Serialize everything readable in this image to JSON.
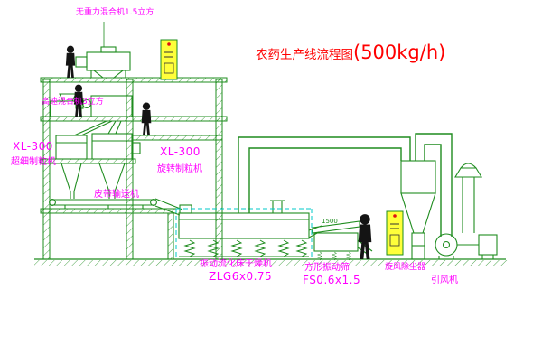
{
  "title": {
    "prefix": "农药生产线流程图",
    "capacity": "(500kg/h)"
  },
  "labels": {
    "gravity_mixer": "无重力混合机1.5立方",
    "high_speed_mixer": "高速混合机3立方",
    "granulator_left_model": "XL-300",
    "granulator_left_name": "超细制粒机",
    "granulator_mid_model": "XL-300",
    "granulator_mid_name": "旋转制粒机",
    "belt_conveyor": "皮带输送机",
    "dryer_name": "振动流化床干燥机",
    "dryer_model": "ZLG6x0.75",
    "sieve_name": "方形振动筛",
    "sieve_model": "FS0.6x1.5",
    "cyclone_name": "旋风除尘器",
    "fan_name": "引风机",
    "sieve_dimension": "1500"
  },
  "colors": {
    "line_green": "#1e8c1e",
    "label_magenta": "#ff00ff",
    "title_red": "#ff0000",
    "equipment_yellow": "#ffff3a",
    "dashed_cyan": "#00c8c8",
    "figure_black": "#141414"
  }
}
